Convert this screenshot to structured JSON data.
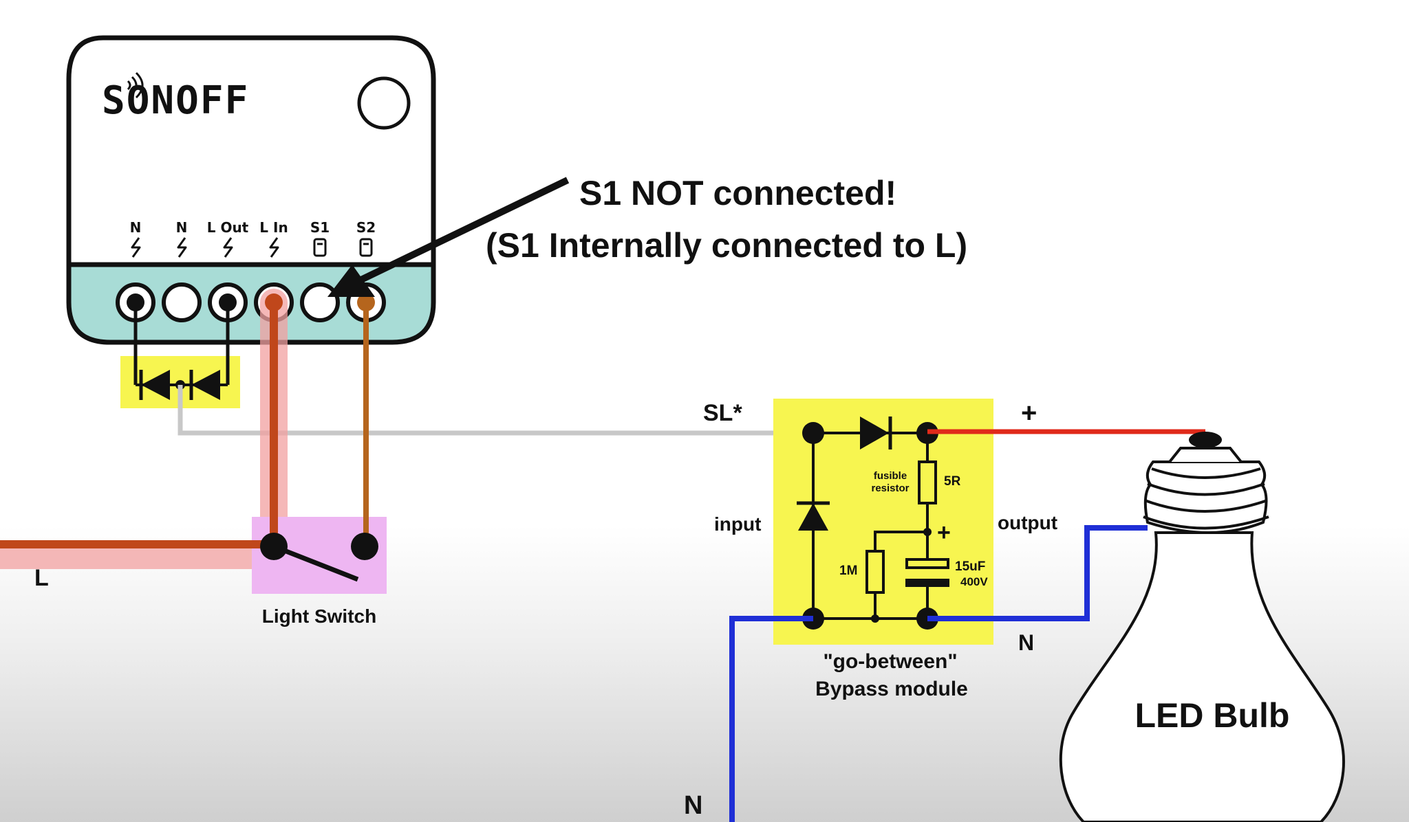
{
  "device": {
    "brand": "SONOFF",
    "terminals": [
      {
        "label": "N",
        "symbol": "power"
      },
      {
        "label": "N",
        "symbol": "power"
      },
      {
        "label": "L Out",
        "symbol": "power"
      },
      {
        "label": "L In",
        "symbol": "power"
      },
      {
        "label": "S1",
        "symbol": "switch"
      },
      {
        "label": "S2",
        "symbol": "switch"
      }
    ]
  },
  "annotation": {
    "line1": "S1 NOT connected!",
    "line2": "(S1  Internally connected to L)"
  },
  "switch": {
    "label": "Light Switch",
    "line_label": "L"
  },
  "bypass": {
    "sl_label": "SL*",
    "input_label": "input",
    "output_label": "output",
    "fusible_label_1": "fusible",
    "fusible_label_2": "resistor",
    "resistor_value": "5R",
    "bleed_resistor_value": "1M",
    "capacitor_value": "15uF",
    "capacitor_voltage": "400V",
    "plus_label": "+",
    "caption_1": "\"go-between\"",
    "caption_2": "Bypass module"
  },
  "bulb": {
    "label": "LED Bulb",
    "plus_label": "+",
    "neutral_label": "N"
  },
  "neutral_label": "N",
  "colors": {
    "live_wire": "#c0471b",
    "live_glow": "#f2a0a0",
    "switch_wire": "#b5651d",
    "neutral_wire": "#1f2fd6",
    "positive_wire": "#e02a1a",
    "sl_wire": "#c8c8c8",
    "terminal_block": "#a8dcd6",
    "highlight_yellow": "#f7f550",
    "highlight_pink": "#eeb6f2"
  }
}
